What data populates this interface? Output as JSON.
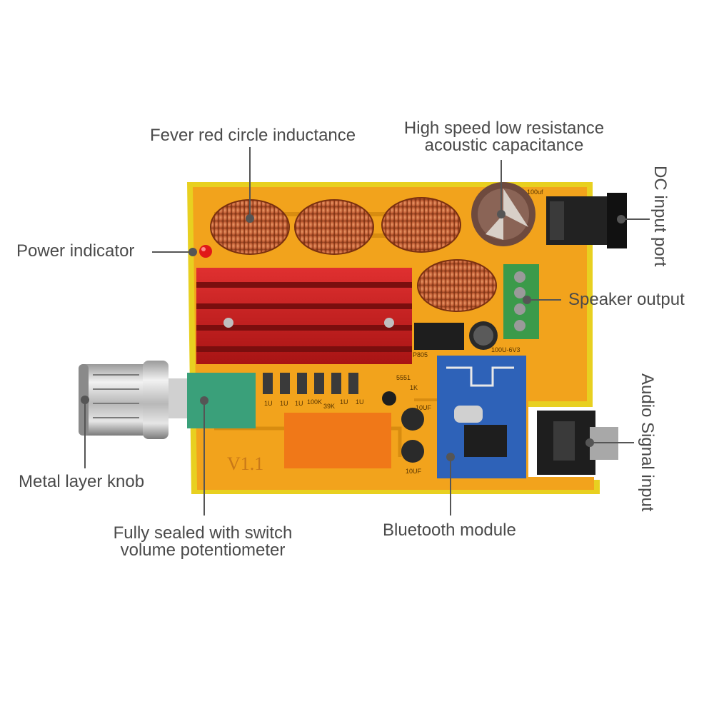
{
  "labels": {
    "inductance": "Fever red circle inductance",
    "capacitance_line1": "High speed low resistance",
    "capacitance_line2": "acoustic capacitance",
    "dc_input": "DC input port",
    "power_indicator": "Power indicator",
    "speaker_output": "Speaker output",
    "audio_input": "Audio Signal input",
    "metal_knob": "Metal layer knob",
    "potentiometer_line1": "Fully sealed with switch",
    "potentiometer_line2": "volume potentiometer",
    "bluetooth": "Bluetooth module"
  },
  "board": {
    "version_mark": "V1.1",
    "silkscreen": [
      "1U",
      "1U",
      "1U",
      "100K",
      "39K",
      "1U",
      "1U",
      "5551",
      "1K",
      "10UF",
      "10UF",
      "P805",
      "100U-6V3",
      "100uf"
    ]
  },
  "colors": {
    "board": "#f2a31c",
    "board_edge": "#e8d020",
    "heatsink": "#c81e1e",
    "copper": "#c8643a",
    "terminal": "#3b9a4a",
    "bt_module": "#2e62b8",
    "knob": "#c8c8c8",
    "pot": "#3aa07a",
    "relay": "#f07818",
    "label_text": "#4a4a4a"
  }
}
